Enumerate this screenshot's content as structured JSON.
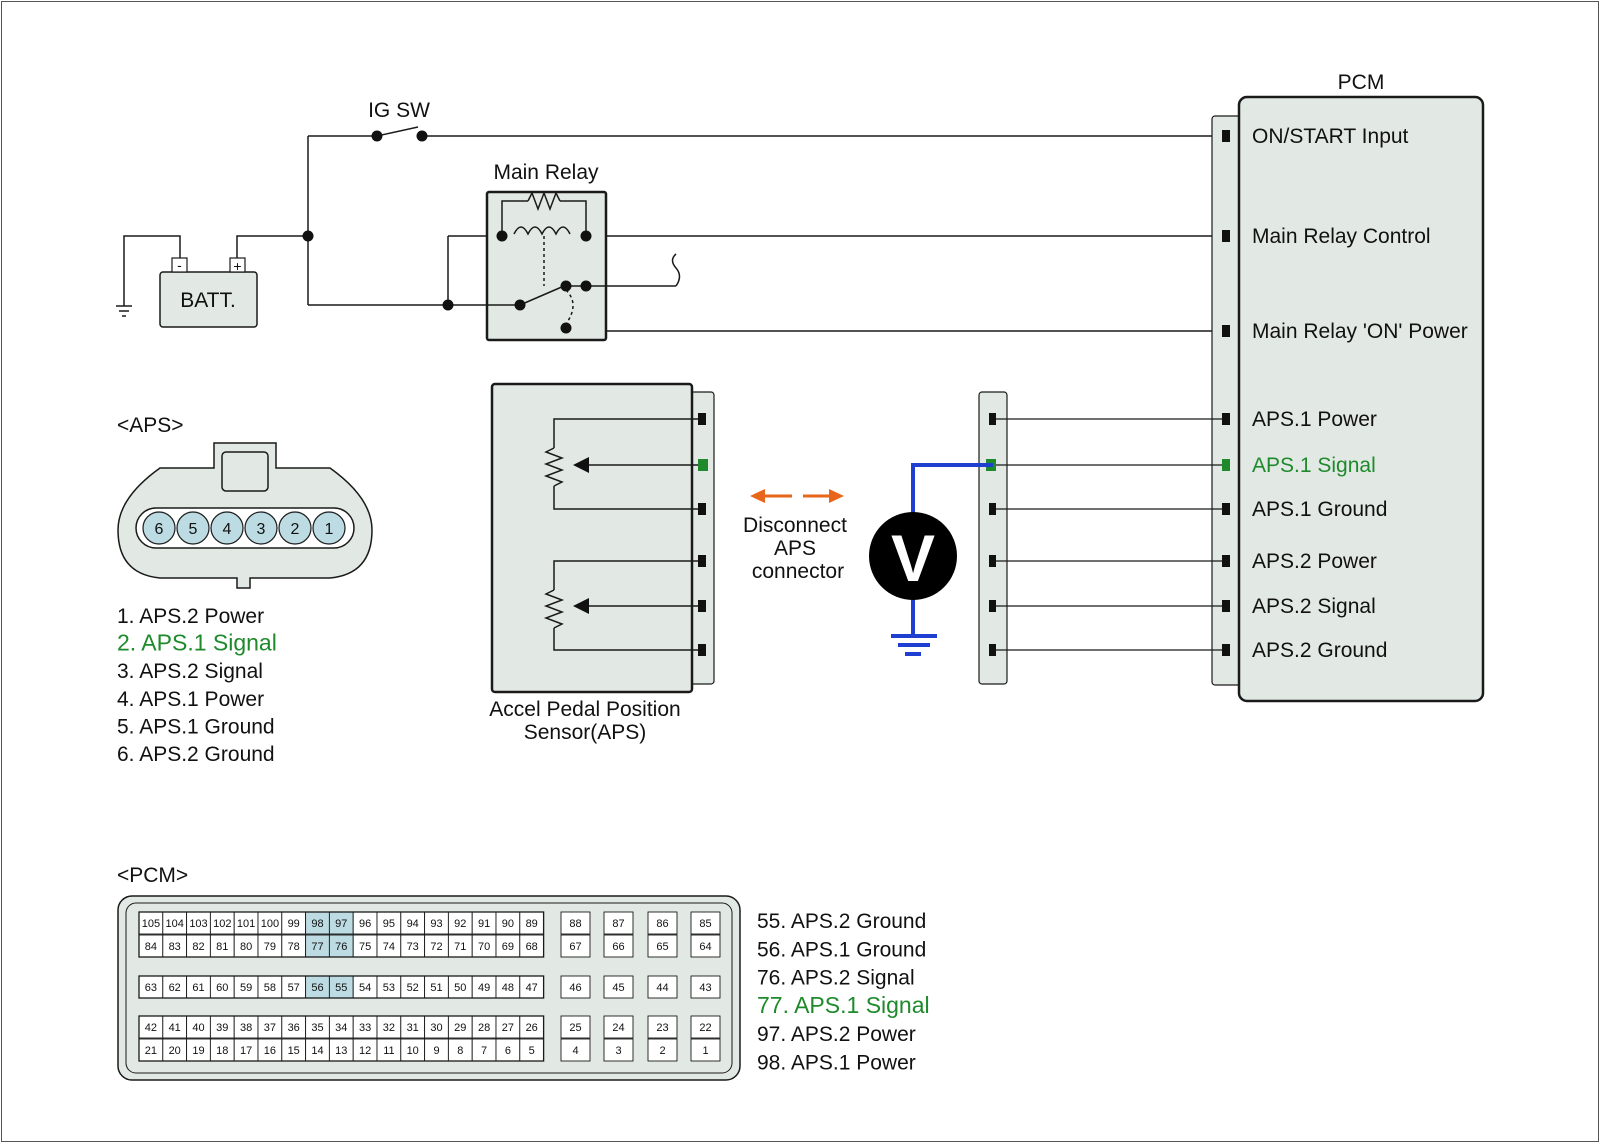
{
  "colors": {
    "line": "#1a1a1a",
    "panel_fill": "#e2e9e4",
    "highlight_text": "#1e8a2b",
    "highlight_cell": "#bcdbe3",
    "probe_wire": "#1f3fd0",
    "arrow": "#e8661a",
    "meter": "#000000"
  },
  "labels": {
    "ig_sw": "IG SW",
    "main_relay": "Main Relay",
    "batt": "BATT.",
    "batt_minus": "-",
    "batt_plus": "+",
    "pcm_title": "PCM",
    "aps_title": "<APS>",
    "pcm_conn_title": "<PCM>",
    "sensor_line1": "Accel Pedal Position",
    "sensor_line2": "Sensor(APS)",
    "disconnect_line1": "Disconnect",
    "disconnect_line2": "APS",
    "disconnect_line3": "connector",
    "meter": "V"
  },
  "pcm_terminals": [
    {
      "label": "ON/START Input",
      "highlight": false
    },
    {
      "label": "Main Relay Control",
      "highlight": false
    },
    {
      "label": "Main Relay 'ON' Power",
      "highlight": false
    },
    {
      "label": "APS.1 Power",
      "highlight": false
    },
    {
      "label": "APS.1 Signal",
      "highlight": true
    },
    {
      "label": "APS.1 Ground",
      "highlight": false
    },
    {
      "label": "APS.2 Power",
      "highlight": false
    },
    {
      "label": "APS.2 Signal",
      "highlight": false
    },
    {
      "label": "APS.2 Ground",
      "highlight": false
    }
  ],
  "aps_connector_pins": [
    "6",
    "5",
    "4",
    "3",
    "2",
    "1"
  ],
  "aps_pin_list": [
    {
      "text": "1. APS.2 Power",
      "highlight": false
    },
    {
      "text": "2. APS.1 Signal",
      "highlight": true
    },
    {
      "text": "3. APS.2 Signal",
      "highlight": false
    },
    {
      "text": "4. APS.1 Power",
      "highlight": false
    },
    {
      "text": "5. APS.1 Ground",
      "highlight": false
    },
    {
      "text": "6. APS.2 Ground",
      "highlight": false
    }
  ],
  "pcm_pin_list": [
    {
      "text": "55. APS.2 Ground",
      "highlight": false
    },
    {
      "text": "56. APS.1 Ground",
      "highlight": false
    },
    {
      "text": "76. APS.2 Signal",
      "highlight": false
    },
    {
      "text": "77. APS.1 Signal",
      "highlight": true
    },
    {
      "text": "97. APS.2 Power",
      "highlight": false
    },
    {
      "text": "98. APS.1 Power",
      "highlight": false
    }
  ],
  "pcm_connector": {
    "row1": [
      "105",
      "104",
      "103",
      "102",
      "101",
      "100",
      "99",
      "98",
      "97",
      "96",
      "95",
      "94",
      "93",
      "92",
      "91",
      "90",
      "89"
    ],
    "row2": [
      "84",
      "83",
      "82",
      "81",
      "80",
      "79",
      "78",
      "77",
      "76",
      "75",
      "74",
      "73",
      "72",
      "71",
      "70",
      "69",
      "68"
    ],
    "row3": [
      "63",
      "62",
      "61",
      "60",
      "59",
      "58",
      "57",
      "56",
      "55",
      "54",
      "53",
      "52",
      "51",
      "50",
      "49",
      "48",
      "47"
    ],
    "row4": [
      "42",
      "41",
      "40",
      "39",
      "38",
      "37",
      "36",
      "35",
      "34",
      "33",
      "32",
      "31",
      "30",
      "29",
      "28",
      "27",
      "26"
    ],
    "row5": [
      "21",
      "20",
      "19",
      "18",
      "17",
      "16",
      "15",
      "14",
      "13",
      "12",
      "11",
      "10",
      "9",
      "8",
      "7",
      "6",
      "5"
    ],
    "side_top": [
      [
        "88",
        "67"
      ],
      [
        "87",
        "66"
      ],
      [
        "86",
        "65"
      ],
      [
        "85",
        "64"
      ]
    ],
    "side_mid": [
      "46",
      "45",
      "44",
      "43"
    ],
    "side_bottom": [
      [
        "25",
        "4"
      ],
      [
        "24",
        "3"
      ],
      [
        "23",
        "2"
      ],
      [
        "22",
        "1"
      ]
    ],
    "highlighted": [
      "98",
      "97",
      "77",
      "76",
      "56",
      "55"
    ]
  }
}
